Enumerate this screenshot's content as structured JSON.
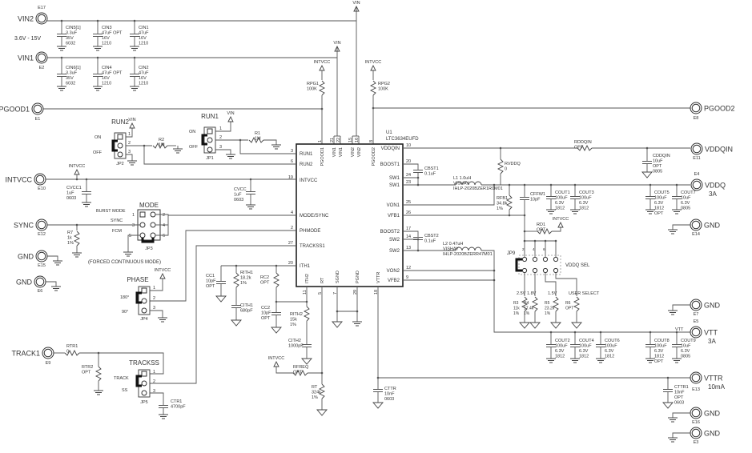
{
  "title": "LTC3634EUFD demo circuit schematic",
  "power_flags": {
    "vin": "VIN",
    "intvcc": "INTVCC"
  },
  "notes": {
    "vin_range": "3.6V - 15V",
    "fcm_note": "(FORCED CONTINUOUS MODE)",
    "vddq_sel": "VDDQ SEL",
    "vtt_net": "VTT",
    "v25": "2.5V",
    "v18": "1.8V",
    "v15": "1.5V",
    "user_select": "USER SELECT"
  },
  "terminals": [
    {
      "label": "VIN2",
      "ref": "E17",
      "note": ""
    },
    {
      "label": "VIN1",
      "ref": "E2",
      "note": ""
    },
    {
      "label": "PGOOD1",
      "ref": "E1",
      "note": ""
    },
    {
      "label": "INTVCC",
      "ref": "E10",
      "note": ""
    },
    {
      "label": "SYNC",
      "ref": "E12",
      "note": ""
    },
    {
      "label": "GND",
      "ref": "E15",
      "note": ""
    },
    {
      "label": "GND",
      "ref": "E6",
      "note": ""
    },
    {
      "label": "TRACK1",
      "ref": "E9",
      "note": ""
    },
    {
      "label": "PGOOD2",
      "ref": "E8",
      "note": ""
    },
    {
      "label": "VDDQIN",
      "ref": "E11",
      "note": ""
    },
    {
      "label": "VDDQ",
      "ref": "E4",
      "note": "3A"
    },
    {
      "label": "GND",
      "ref": "E14",
      "note": ""
    },
    {
      "label": "GND",
      "ref": "E7",
      "note": ""
    },
    {
      "label": "VTT",
      "ref": "E5",
      "note": "3A"
    },
    {
      "label": "VTTR",
      "ref": "E13",
      "note": "10mA"
    },
    {
      "label": "GND",
      "ref": "E16",
      "note": ""
    },
    {
      "label": "GND",
      "ref": "E3",
      "note": ""
    }
  ],
  "ic": {
    "ref": "U1",
    "part": "LTC3634EUFD",
    "left": [
      {
        "name": "RUN1",
        "num": "3"
      },
      {
        "name": "RUN2",
        "num": "6"
      },
      {
        "name": "INTVCC",
        "num": "19"
      },
      {
        "name": "MODE/SYNC",
        "num": "4"
      },
      {
        "name": "PHMODE",
        "num": "2"
      },
      {
        "name": "TRACKSS1",
        "num": "27"
      },
      {
        "name": "ITH1",
        "num": "20"
      }
    ],
    "right": [
      {
        "name": "VDDQIN",
        "num": "10"
      },
      {
        "name": "BOOST1",
        "num": "20"
      },
      {
        "name": "SW1",
        "num": "24"
      },
      {
        "name": "SW1",
        "num": "23"
      },
      {
        "name": "VON1",
        "num": "25"
      },
      {
        "name": "VFB1",
        "num": "26"
      },
      {
        "name": "BOOST2",
        "num": "17"
      },
      {
        "name": "SW2",
        "num": "14"
      },
      {
        "name": "SW2",
        "num": "13"
      },
      {
        "name": "VON2",
        "num": "12"
      },
      {
        "name": "VFB2",
        "num": "9"
      }
    ],
    "top": [
      {
        "name": "PGOOD1",
        "num": "1"
      },
      {
        "name": "VIN1",
        "num": "21"
      },
      {
        "name": "VIN1",
        "num": "22"
      },
      {
        "name": "VIN2",
        "num": "15"
      },
      {
        "name": "VIN2",
        "num": "16"
      },
      {
        "name": "PGOOD2",
        "num": "8"
      }
    ],
    "bottom": [
      {
        "name": "ITH2",
        "num": "11"
      },
      {
        "name": "RT",
        "num": "5"
      },
      {
        "name": "SGND",
        "num": "7"
      },
      {
        "name": "PGND",
        "num": "29"
      },
      {
        "name": "VTTR",
        "num": "18"
      }
    ]
  },
  "caps": {
    "cin5": [
      "CIN5[1]",
      "3.3uF",
      "35V",
      "6032"
    ],
    "cin3": [
      "CIN3",
      "47uF OPT",
      "16V",
      "1210"
    ],
    "cin1": [
      "CIN1",
      "47uF",
      "16V",
      "1210"
    ],
    "cin6": [
      "CIN6[1]",
      "3.3uF",
      "35V",
      "6032"
    ],
    "cin4": [
      "CIN4",
      "47uF OPT",
      "16V",
      "1210"
    ],
    "cin2": [
      "CIN2",
      "47uF",
      "16V",
      "1210"
    ],
    "cvcc1": [
      "CVCC1",
      "1uF",
      "0603"
    ],
    "cvcc": [
      "CVCC",
      "1uF",
      "0603"
    ],
    "cc1": [
      "CC1",
      "10pF",
      "OPT"
    ],
    "cith1": [
      "CITH1",
      "680pF"
    ],
    "cc2": [
      "CC2",
      "10pF",
      "OPT"
    ],
    "cith2": [
      "CITH2",
      "1000pF"
    ],
    "cttr": [
      "CTTR",
      "10nF",
      "0603"
    ],
    "ctr1": [
      "CTR1",
      "4700pF"
    ],
    "cbst1": [
      "CBST1",
      "0.1uF"
    ],
    "cbst2": [
      "CBST2",
      "0.1uF"
    ],
    "cffw1": [
      "CFFW1",
      "10pF"
    ],
    "cout1": [
      "COUT1",
      "100uF",
      "6.3V",
      "1812"
    ],
    "cout3": [
      "COUT3",
      "100uF",
      "6.3V",
      "1812"
    ],
    "cout5": [
      "COUT5",
      "100uF",
      "6.3V",
      "1812",
      "OPT"
    ],
    "cout7": [
      "COUT7",
      "10uF",
      "6.3V",
      "0805"
    ],
    "cddqin": [
      "CDDQIN",
      "10uF",
      "OPT",
      "0805"
    ],
    "cout2": [
      "COUT2",
      "100uF",
      "6.3V",
      "1812"
    ],
    "cout4": [
      "COUT4",
      "100uF",
      "6.3V",
      "1812"
    ],
    "cout6": [
      "COUT6",
      "100uF",
      "6.3V",
      "1812"
    ],
    "cout8": [
      "COUT8",
      "100uF",
      "6.3V",
      "1812",
      "OPT"
    ],
    "cout9": [
      "COUT9",
      "10uF",
      "6.3V",
      "0805"
    ],
    "cttr1": [
      "CTTR1",
      "10nF",
      "OPT",
      "0603"
    ]
  },
  "resistors": {
    "rpg1": [
      "RPG1",
      "100K"
    ],
    "rpg2": [
      "RPG2",
      "100K"
    ],
    "r2": [
      "R2",
      "1M"
    ],
    "r1": [
      "R1",
      "1M"
    ],
    "r7": [
      "R7",
      "1k",
      "1%"
    ],
    "rith1": [
      "RITH1",
      "18.2k",
      "1%"
    ],
    "rc2": [
      "RC2",
      "OPT"
    ],
    "rith2": [
      "RITH2",
      "15k",
      "1%"
    ],
    "rfreq": [
      "RFREQ",
      "OPT"
    ],
    "rt": [
      "RT",
      "324k",
      "1%"
    ],
    "rtr1": [
      "RTR1",
      "0"
    ],
    "rtr2": [
      "RTR2",
      "OPT"
    ],
    "rddqin": [
      "RDDQIN",
      "OPT"
    ],
    "rvddq": [
      "RVDDQ",
      "0"
    ],
    "rfb1": [
      "RFB1",
      "34.8k",
      "1%"
    ],
    "rd1": [
      "RD1",
      "OPT"
    ],
    "r3": [
      "R3",
      "11k",
      "1%"
    ],
    "r4": [
      "R4",
      "17.4k",
      "1%"
    ],
    "r5": [
      "R5",
      "23.2k",
      "1%"
    ],
    "r6": [
      "R6",
      "OPT"
    ]
  },
  "inductors": {
    "l1": [
      "L1  1.0uH",
      "VISHAY",
      "IHLP-2020BZER1R0M01"
    ],
    "l2": [
      "L2  0.47uH",
      "VISHAY",
      "IHLP-2020BZERR47M01"
    ]
  },
  "jumpers": {
    "jp2": {
      "title": "RUN2",
      "ref": "JP2",
      "opt_a": "ON",
      "opt_b": "OFF"
    },
    "jp1": {
      "title": "RUN1",
      "ref": "JP1",
      "opt_a": "ON",
      "opt_b": "OFF"
    },
    "jp3": {
      "title": "MODE",
      "ref": "JP3",
      "opt_a": "BURST MODE",
      "opt_b": "SYNC",
      "opt_c": "FCM"
    },
    "jp4": {
      "title": "PHASE",
      "ref": "JP4",
      "opt_a": "180°",
      "opt_b": "90°"
    },
    "jp5": {
      "title": "TRACKSS",
      "ref": "JP5",
      "opt_a": "TRACK",
      "opt_b": "SS"
    },
    "jp9": {
      "ref": "JP9"
    }
  },
  "pin_nums": [
    "1",
    "2",
    "3",
    "4",
    "5",
    "6"
  ]
}
